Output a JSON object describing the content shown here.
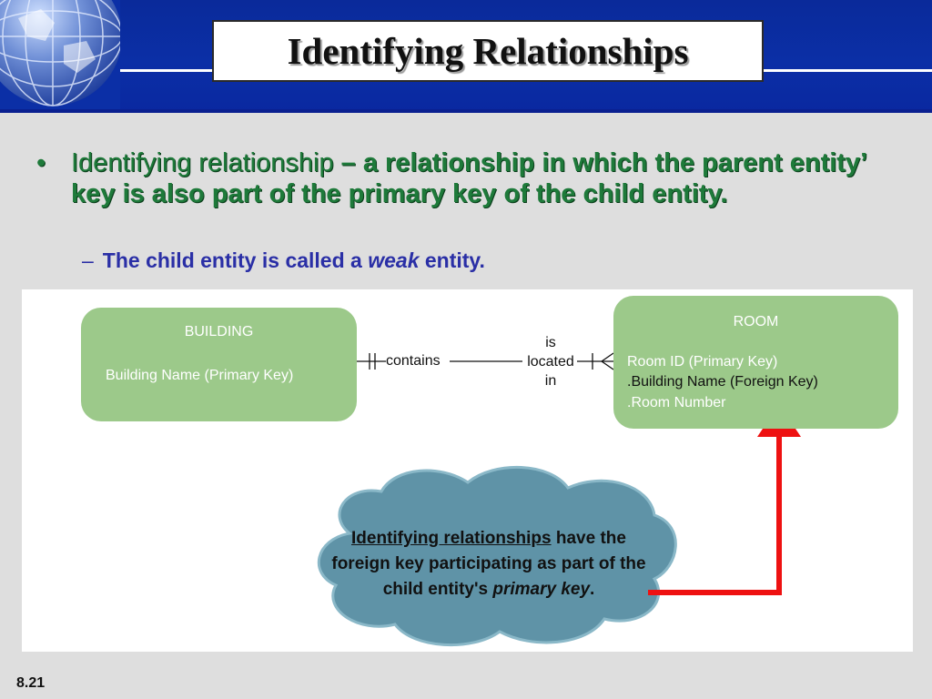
{
  "slide": {
    "title": "Identifying Relationships",
    "number": "8.21"
  },
  "bullets": {
    "b1_dot": "•",
    "b1_term": "Identifying relationship",
    "b1_def": " – a relationship in which the parent entity’ key is also part of the primary key of the child entity.",
    "b2_dash": "–",
    "b2_pre": "The child entity is called a ",
    "b2_em": "weak",
    "b2_post": " entity."
  },
  "diagram": {
    "building": {
      "name": "BUILDING",
      "attr": "Building Name (Primary Key)"
    },
    "room": {
      "name": "ROOM",
      "attr1": "Room ID (Primary Key)",
      "attr2": ".Building Name (Foreign Key)",
      "attr3": ".Room Number"
    },
    "relationship": {
      "left": "contains",
      "right_1": "is",
      "right_2": "located",
      "right_3": "in"
    },
    "callout": {
      "u": "Identifying relationships",
      "t1": " have the foreign key participating as part of the child entity's ",
      "em": "primary key",
      "t2": "."
    }
  },
  "colors": {
    "header_blue": "#0b2fa6",
    "entity_green": "#9cc98a",
    "cloud_blue": "#5f93a7",
    "arrow_red": "#ee1111",
    "bullet_green": "#1e7a3a",
    "sub_blue": "#2a2fa6"
  }
}
